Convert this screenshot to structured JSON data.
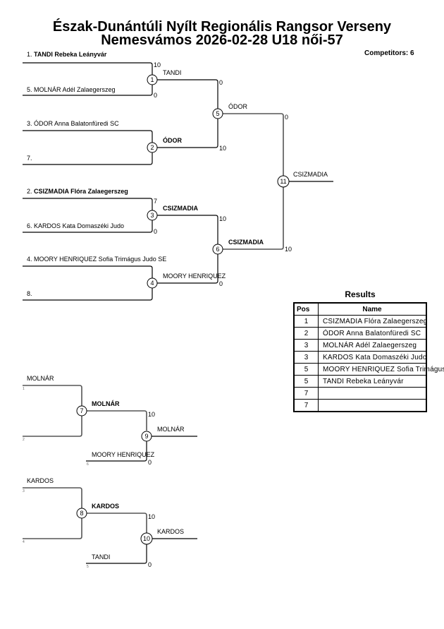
{
  "header": {
    "title_line1": "Észak-Dunántúli Nyílt Regionális Rangsor Verseny",
    "title_line2": "Nemesvámos 2026-02-28 U18 női-57",
    "competitors": "Competitors: 6"
  },
  "main_bracket": {
    "entries": [
      {
        "label": "1. TANDI Rebeka Leányvár",
        "prefix": "1. ",
        "name": "TANDI Rebeka Leányvár",
        "bold": true
      },
      {
        "label": "5. MOLNÁR Adél Zalaegerszeg",
        "bold": false
      },
      {
        "label": "3. ÓDOR Anna Balatonfüredi SC",
        "bold": false
      },
      {
        "label": "7.",
        "bold": false
      },
      {
        "label": "2. CSIZMADIA Flóra Zalaegerszeg",
        "prefix": "2. ",
        "name": "CSIZMADIA Flóra Zalaegerszeg",
        "bold": true
      },
      {
        "label": "6. KARDOS Kata Domaszéki Judo",
        "bold": false
      },
      {
        "label": "4. MOORY HENRIQUEZ Sofia Trimágus Judo SE",
        "bold": false
      },
      {
        "label": "8.",
        "bold": false
      }
    ],
    "matches": [
      {
        "id": "1",
        "winner": "TANDI",
        "winner_bold": false,
        "score_top": "10",
        "score_bottom": "0"
      },
      {
        "id": "2",
        "winner": "ÓDOR",
        "winner_bold": true,
        "score_top": "",
        "score_bottom": ""
      },
      {
        "id": "3",
        "winner": "CSIZMADIA",
        "winner_bold": true,
        "score_top": "7",
        "score_bottom": "0"
      },
      {
        "id": "4",
        "winner": "MOORY HENRIQUEZ",
        "winner_bold": false,
        "score_top": "",
        "score_bottom": ""
      },
      {
        "id": "5",
        "winner": "ÓDOR",
        "winner_bold": false,
        "score_top": "0",
        "score_bottom": "10"
      },
      {
        "id": "6",
        "winner": "CSIZMADIA",
        "winner_bold": true,
        "score_top": "10",
        "score_bottom": "0"
      },
      {
        "id": "11",
        "winner": "CSIZMADIA",
        "winner_bold": false,
        "score_top": "0",
        "score_bottom": "10"
      }
    ]
  },
  "repechage": [
    {
      "entry_top": {
        "name": "MOLNÁR",
        "seed": "1"
      },
      "entry_bottom": {
        "name": "",
        "seed": "2"
      },
      "first_match": {
        "id": "7",
        "winner": "MOLNÁR"
      },
      "third_entry": {
        "name": "MOORY HENRIQUEZ",
        "seed": "6"
      },
      "final_match": {
        "id": "9",
        "winner": "MOLNÁR",
        "score_top": "10",
        "score_bottom": "0"
      }
    },
    {
      "entry_top": {
        "name": "KARDOS",
        "seed": "3"
      },
      "entry_bottom": {
        "name": "",
        "seed": "4"
      },
      "first_match": {
        "id": "8",
        "winner": "KARDOS"
      },
      "third_entry": {
        "name": "TANDI",
        "seed": "5"
      },
      "final_match": {
        "id": "10",
        "winner": "KARDOS",
        "score_top": "10",
        "score_bottom": "0"
      }
    }
  ],
  "results": {
    "title": "Results",
    "headers": {
      "pos": "Pos",
      "name": "Name"
    },
    "rows": [
      {
        "pos": "1",
        "name": "CSIZMADIA Flóra Zalaegerszeg"
      },
      {
        "pos": "2",
        "name": "ÓDOR Anna Balatonfüredi SC"
      },
      {
        "pos": "3",
        "name": "MOLNÁR Adél Zalaegerszeg"
      },
      {
        "pos": "3",
        "name": "KARDOS Kata Domaszéki Judo"
      },
      {
        "pos": "5",
        "name": "MOORY HENRIQUEZ Sofia Trimágus"
      },
      {
        "pos": "5",
        "name": "TANDI Rebeka Leányvár"
      },
      {
        "pos": "7",
        "name": ""
      },
      {
        "pos": "7",
        "name": ""
      }
    ]
  }
}
